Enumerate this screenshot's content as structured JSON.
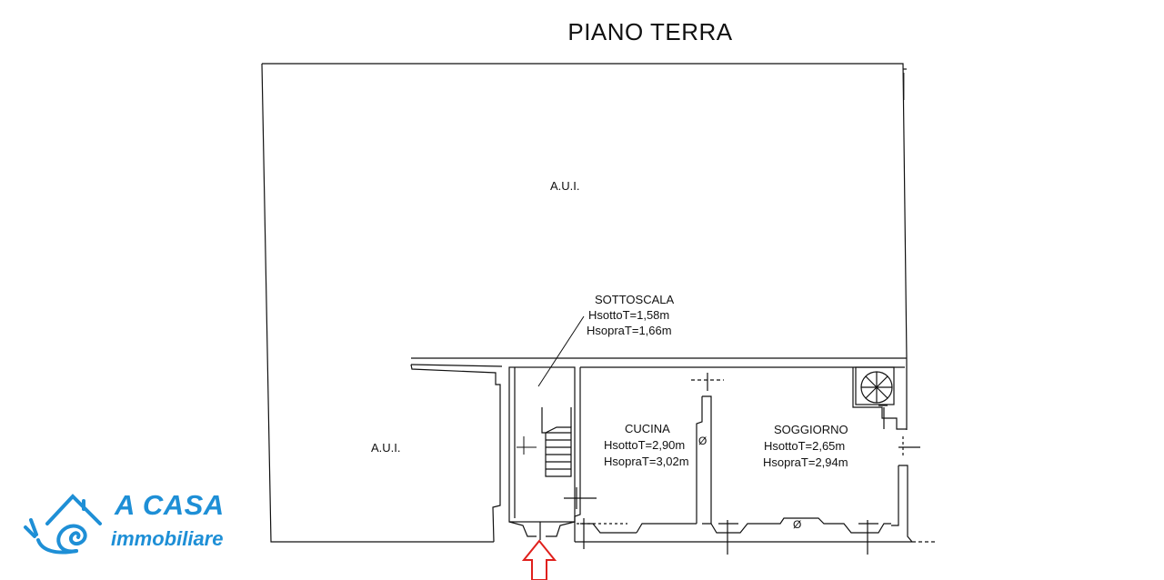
{
  "title": "PIANO TERRA",
  "rooms": {
    "aui_top": "A.U.I.",
    "aui_left": "A.U.I.",
    "sottoscala": {
      "name": "SOTTOSCALA",
      "h_sotto": "HsottoT=1,58m",
      "h_sopra": "HsopraT=1,66m"
    },
    "cucina": {
      "name": "CUCINA",
      "h_sotto": "HsottoT=2,90m",
      "h_sopra": "HsopraT=3,02m"
    },
    "soggiorno": {
      "name": "SOGGIORNO",
      "h_sotto": "HsottoT=2,65m",
      "h_sopra": "HsopraT=2,94m"
    }
  },
  "symbols": {
    "diameter_1": "Ø",
    "diameter_2": "Ø"
  },
  "logo": {
    "main": "A CASA",
    "sub": "immobiliare",
    "color": "#1e8fd6",
    "icon": "house-snail-icon"
  },
  "entrance": {
    "icon": "arrow-up-icon",
    "color": "#e0201c"
  }
}
